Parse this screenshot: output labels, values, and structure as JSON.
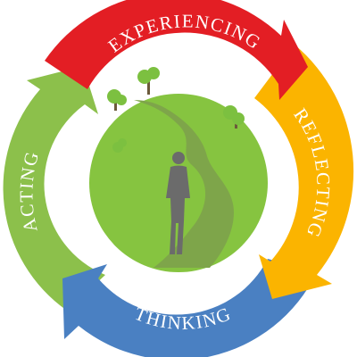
{
  "cycle": {
    "steps": [
      {
        "label": "EXPERIENCING",
        "color": "#e31e24"
      },
      {
        "label": "REFLECTING",
        "color": "#fbb400"
      },
      {
        "label": "THINKING",
        "color": "#4a80c2"
      },
      {
        "label": "ACTING",
        "color": "#8cc04b"
      }
    ]
  },
  "center": {
    "ground_color": "#86c440",
    "path_color": "#7ea54a",
    "figure_color": "#6b6b6b",
    "tree_color": "#7cc040"
  }
}
